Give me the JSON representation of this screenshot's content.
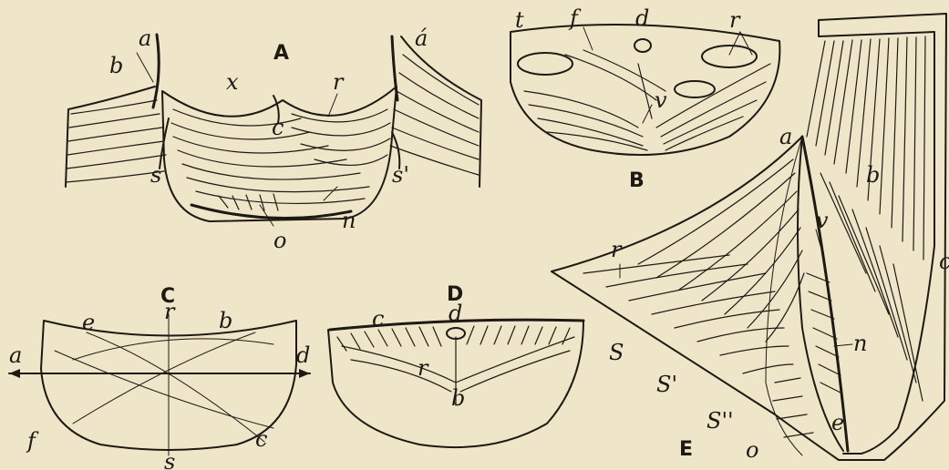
{
  "figures": {
    "A": {
      "caption": "A",
      "labels": {
        "a": "a",
        "a_prime": "á",
        "b": "b",
        "x": "x",
        "r": "r",
        "c": "c",
        "s": "s",
        "s_prime": "s'",
        "n": "n",
        "o": "o"
      }
    },
    "B": {
      "caption": "B",
      "labels": {
        "t": "t",
        "f": "f",
        "d": "d",
        "r": "r",
        "v": "v"
      }
    },
    "C": {
      "caption": "C",
      "labels": {
        "e": "e",
        "r": "r",
        "b": "b",
        "a": "a",
        "d": "d",
        "f": "f",
        "s": "s",
        "c": "c"
      }
    },
    "D": {
      "caption": "D",
      "labels": {
        "c": "c",
        "d": "d",
        "r": "r",
        "b": "b"
      }
    },
    "E": {
      "caption": "E",
      "labels": {
        "a": "a",
        "b": "b",
        "c": "c",
        "r": "r",
        "v": "v",
        "n": "n",
        "s": "S",
        "s_prime": "S'",
        "s_double": "S''",
        "o": "o",
        "e": "e"
      }
    }
  },
  "colors": {
    "paper": "#efe6c9",
    "ink": "#1d1a14"
  }
}
